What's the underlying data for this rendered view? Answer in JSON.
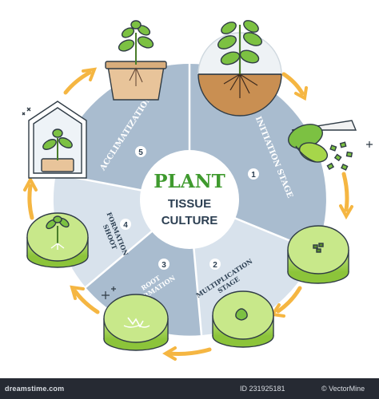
{
  "center": {
    "title": "PLANT",
    "line2": "TISSUE",
    "line3": "CULTURE"
  },
  "stages": [
    {
      "number": "1",
      "line1": "INITIATION STAGE",
      "line2": ""
    },
    {
      "number": "2",
      "line1": "MULTIPLICATION",
      "line2": "STAGE"
    },
    {
      "number": "3",
      "line1": "ROOT",
      "line2": "FORMATION"
    },
    {
      "number": "4",
      "line1": "SHOOT",
      "line2": "FORMATION"
    },
    {
      "number": "5",
      "line1": "ACCLIMATIZATION",
      "line2": ""
    }
  ],
  "footer": {
    "site": "dreamstime.com",
    "id_text": "ID 231925181",
    "author_text": "© VectorMine"
  },
  "colors": {
    "wheel_light": "#d8e2ec",
    "wheel_dark": "#a9bccf",
    "title_green": "#3f9a2e",
    "text_dark": "#2c3f52",
    "arrow_orange": "#f5b642",
    "gel_green": "#a6d64a",
    "outline": "#2f3b45"
  }
}
